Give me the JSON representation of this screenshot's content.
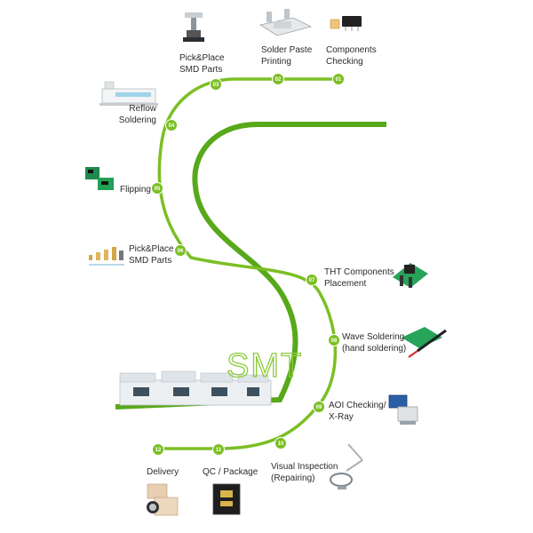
{
  "logo_text": "SMT",
  "colors": {
    "track": "#7bbf24",
    "inner_track": "#58a91a",
    "badge": "#7bbf24",
    "badge_text": "#ffffff",
    "label_text": "#2b2b2b"
  },
  "steps": [
    {
      "number": "01",
      "label": "Components\nChecking",
      "icon": "components-icon"
    },
    {
      "number": "02",
      "label": "Solder Paste\nPrinting",
      "icon": "stencil-printer-icon"
    },
    {
      "number": "03",
      "label": "Pick&Place\nSMD Parts",
      "icon": "pick-place-head-icon"
    },
    {
      "number": "04",
      "label": "Reflow\nSoldering",
      "icon": "reflow-oven-icon"
    },
    {
      "number": "05",
      "label": "Flipping",
      "icon": "pcb-flip-icon"
    },
    {
      "number": "06",
      "label": "Pick&Place\nSMD Parts",
      "icon": "smd-parts-icon"
    },
    {
      "number": "07",
      "label": "THT Components\nPlacement",
      "icon": "tht-components-icon"
    },
    {
      "number": "08",
      "label": "Wave Soldering\n(hand soldering)",
      "icon": "soldering-iron-icon"
    },
    {
      "number": "09",
      "label": "AOI Checking/\nX-Ray",
      "icon": "aoi-machine-icon"
    },
    {
      "number": "10",
      "label": "Visual Inspection\n(Repairing)",
      "icon": "magnifier-lamp-icon"
    },
    {
      "number": "11",
      "label": "QC / Package",
      "icon": "chip-package-icon"
    },
    {
      "number": "12",
      "label": "Delivery",
      "icon": "delivery-boxes-icon"
    }
  ]
}
